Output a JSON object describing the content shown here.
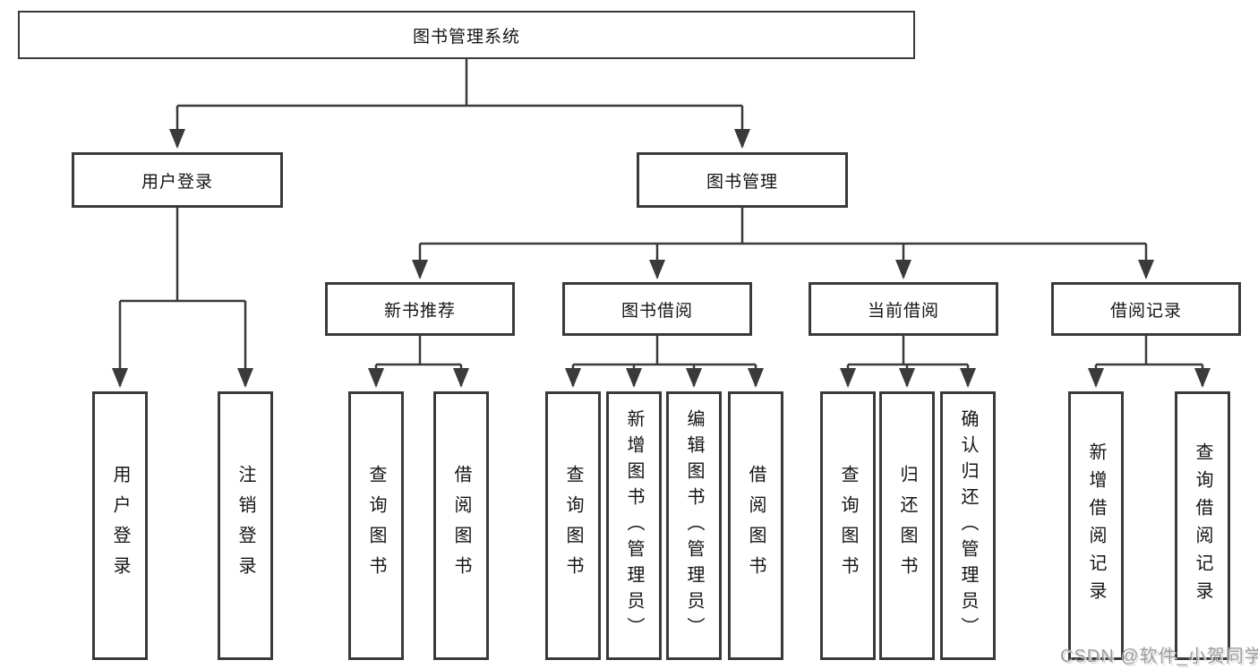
{
  "diagram_type": "tree",
  "tree": {
    "label": "图书管理系统",
    "children": [
      {
        "label": "用户登录",
        "children": [
          {
            "label": "用户登录"
          },
          {
            "label": "注销登录"
          }
        ]
      },
      {
        "label": "图书管理",
        "children": [
          {
            "label": "新书推荐",
            "children": [
              {
                "label": "查询图书"
              },
              {
                "label": "借阅图书"
              }
            ]
          },
          {
            "label": "图书借阅",
            "children": [
              {
                "label": "查询图书"
              },
              {
                "label": "新增图书（管理员）"
              },
              {
                "label": "编辑图书（管理员）"
              },
              {
                "label": "借阅图书"
              }
            ]
          },
          {
            "label": "当前借阅",
            "children": [
              {
                "label": "查询图书"
              },
              {
                "label": "归还图书"
              },
              {
                "label": "确认归还（管理员）"
              }
            ]
          },
          {
            "label": "借阅记录",
            "children": [
              {
                "label": "新增借阅记录"
              },
              {
                "label": "查询借阅记录"
              }
            ]
          }
        ]
      }
    ]
  },
  "watermark": {
    "text": "CSDN @软件_小贺同学"
  },
  "colors": {
    "line": "#3a3a3a",
    "box_border": "#3a3a3a",
    "text": "#141414",
    "watermark": "#9e9e9e",
    "background": "#ffffff"
  }
}
